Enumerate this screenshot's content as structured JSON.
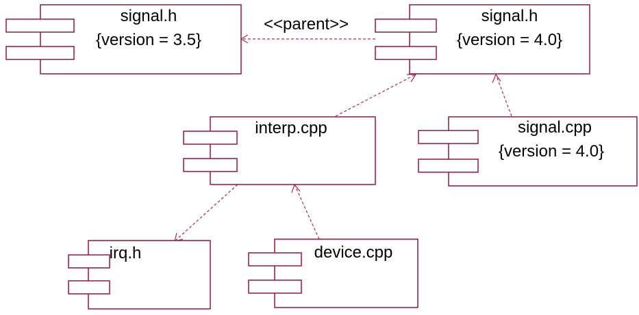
{
  "diagram": {
    "components": [
      {
        "id": "signal_h_35",
        "name": "signal.h",
        "tag": "{version = 3.5}"
      },
      {
        "id": "signal_h_40",
        "name": "signal.h",
        "tag": "{version = 4.0}"
      },
      {
        "id": "interp_cpp",
        "name": "interp.cpp",
        "tag": ""
      },
      {
        "id": "signal_cpp",
        "name": "signal.cpp",
        "tag": "{version = 4.0}"
      },
      {
        "id": "irq_h",
        "name": "irq.h",
        "tag": ""
      },
      {
        "id": "device_cpp",
        "name": "device.cpp",
        "tag": ""
      }
    ],
    "dependencies": [
      {
        "from": "signal_h_40",
        "to": "signal_h_35",
        "stereotype": "<<parent>>"
      },
      {
        "from": "interp_cpp",
        "to": "signal_h_40",
        "stereotype": ""
      },
      {
        "from": "signal_cpp",
        "to": "signal_h_40",
        "stereotype": ""
      },
      {
        "from": "interp_cpp",
        "to": "irq_h",
        "stereotype": ""
      },
      {
        "from": "device_cpp",
        "to": "interp_cpp",
        "stereotype": ""
      }
    ],
    "colors": {
      "border": "#8b1a3a",
      "dependency": "#a0304a"
    }
  }
}
